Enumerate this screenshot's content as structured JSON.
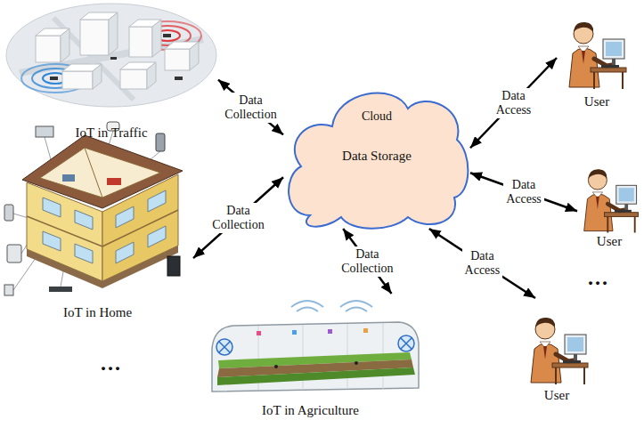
{
  "diagram": {
    "nodes": [
      {
        "text": [
          "IoT in Traffic"
        ]
      },
      {
        "text": [
          "Cloud",
          "Data Storage"
        ]
      },
      {
        "text": [
          "User"
        ]
      },
      {
        "text": [
          "IoT in Home"
        ]
      },
      {
        "text": [
          "User"
        ]
      },
      {
        "text": [
          "IoT in Agriculture"
        ]
      },
      {
        "text": [
          "User"
        ]
      }
    ],
    "edges": [
      {
        "from": 0,
        "to": 1,
        "label": "Data Collection",
        "arrow": "both"
      },
      {
        "from": 3,
        "to": 1,
        "label": "Data Collection",
        "arrow": "both"
      },
      {
        "from": 5,
        "to": 1,
        "label": "Data Collection",
        "arrow": "both"
      },
      {
        "from": 1,
        "to": 2,
        "label": "Data Access",
        "arrow": "both"
      },
      {
        "from": 1,
        "to": 4,
        "label": "Data Access",
        "arrow": "both"
      },
      {
        "from": 1,
        "to": 6,
        "label": "Data Access",
        "arrow": "both"
      }
    ],
    "labels": [
      "...",
      "..."
    ]
  }
}
